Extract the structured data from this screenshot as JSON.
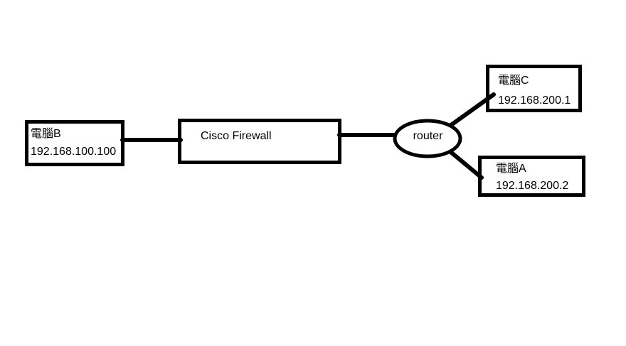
{
  "canvas": {
    "background_color": "#ffffff",
    "stroke_color": "#000000",
    "text_color": "#000000"
  },
  "nodes": {
    "computer_b": {
      "label": "電腦B",
      "ip": "192.168.100.100"
    },
    "firewall": {
      "label": "Cisco Firewall"
    },
    "router": {
      "label": "router"
    },
    "computer_c": {
      "label": "電腦C",
      "ip": "192.168.200.1"
    },
    "computer_a": {
      "label": "電腦A",
      "ip": "192.168.200.2"
    }
  },
  "connections": [
    {
      "from": "computer_b",
      "to": "firewall"
    },
    {
      "from": "firewall",
      "to": "router"
    },
    {
      "from": "router",
      "to": "computer_c"
    },
    {
      "from": "router",
      "to": "computer_a"
    }
  ]
}
